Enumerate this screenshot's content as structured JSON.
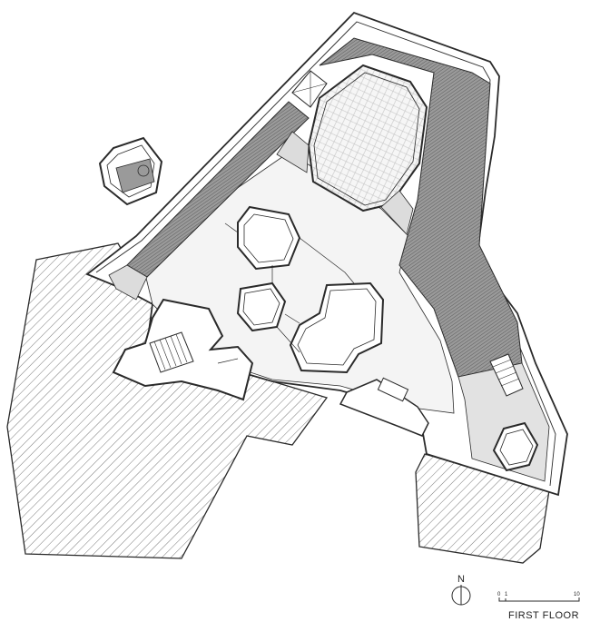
{
  "drawing": {
    "title": "FIRST FLOOR",
    "north_letter": "N",
    "scale_ticks": [
      "0",
      "1",
      "10"
    ]
  },
  "colors": {
    "line": "#2a2a2a",
    "deck_fill": "#8c8c8c",
    "paving_fill": "#eeeeee",
    "grey_landing": "#dcdcdc",
    "background": "#ffffff"
  }
}
